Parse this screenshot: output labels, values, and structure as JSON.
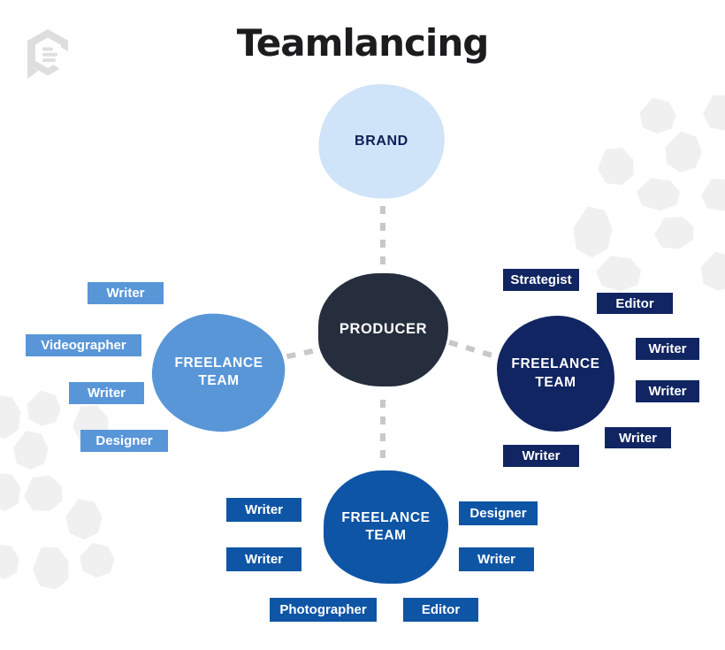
{
  "title": "Teamlancing",
  "logo": {
    "name": "clearvoice-hexagon-mark"
  },
  "colors": {
    "brand_light_blue": "#cfe3f9",
    "team_sky_blue": "#5996d8",
    "team_royal_blue": "#0f55a5",
    "team_navy": "#102561",
    "producer_charcoal": "#262e3e",
    "brand_text_navy": "#0d1f56",
    "connector_gray": "#c8c8c8",
    "hexagon_gray": "#f0f0f1",
    "title_color": "#1c1c1e"
  },
  "nodes": {
    "brand": {
      "label": "BRAND"
    },
    "producer": {
      "label": "PRODUCER"
    },
    "team_left": {
      "label": "FREELANCE TEAM",
      "roles": [
        "Writer",
        "Videographer",
        "Writer",
        "Designer"
      ]
    },
    "team_right": {
      "label": "FREELANCE TEAM",
      "roles": [
        "Strategist",
        "Editor",
        "Writer",
        "Writer",
        "Writer",
        "Writer"
      ]
    },
    "team_bottom": {
      "label": "FREELANCE TEAM",
      "roles": [
        "Writer",
        "Writer",
        "Designer",
        "Writer",
        "Photographer",
        "Editor"
      ]
    }
  }
}
